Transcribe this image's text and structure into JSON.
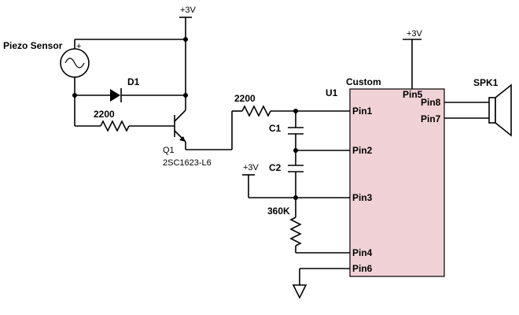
{
  "components": {
    "piezo": {
      "label": "Piezo Sensor",
      "polarity": "+"
    },
    "d1": {
      "label": "D1"
    },
    "r_base": {
      "label": "2200"
    },
    "q1": {
      "ref": "Q1",
      "part": "2SC1623-L6"
    },
    "r_pin1": {
      "label": "2200"
    },
    "c1": {
      "label": "C1"
    },
    "c2": {
      "label": "C2"
    },
    "r_360k": {
      "label": "360K"
    },
    "u1": {
      "ref": "U1",
      "name": "Custom",
      "body_color": "#f0d2d6"
    },
    "spk1": {
      "label": "SPK1"
    }
  },
  "power": {
    "top_left": "+3V",
    "top_u1": "+3V",
    "mid": "+3V"
  },
  "pins": {
    "pin1": "Pin1",
    "pin2": "Pin2",
    "pin3": "Pin3",
    "pin4": "Pin4",
    "pin5": "Pin5",
    "pin6": "Pin6",
    "pin7": "Pin7",
    "pin8": "Pin8"
  }
}
